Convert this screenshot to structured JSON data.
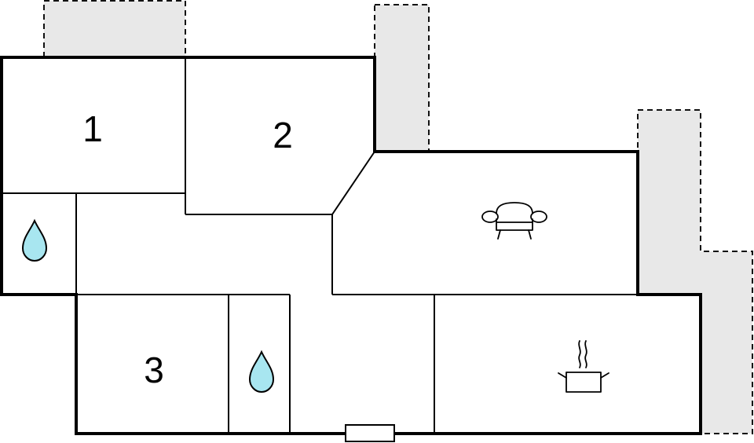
{
  "floorplan": {
    "rooms": [
      {
        "id": "bedroom-1",
        "label": "1"
      },
      {
        "id": "bedroom-2",
        "label": "2"
      },
      {
        "id": "bedroom-3",
        "label": "3"
      }
    ],
    "icons": {
      "bathroom": "water-drop-icon",
      "living": "sofa-icon",
      "kitchen": "cooking-pot-icon",
      "entrance": "door-icon"
    },
    "colors": {
      "terrace": "#e8e8e8",
      "water": "#a8e6f0",
      "walls": "#000000",
      "background": "#ffffff"
    }
  }
}
